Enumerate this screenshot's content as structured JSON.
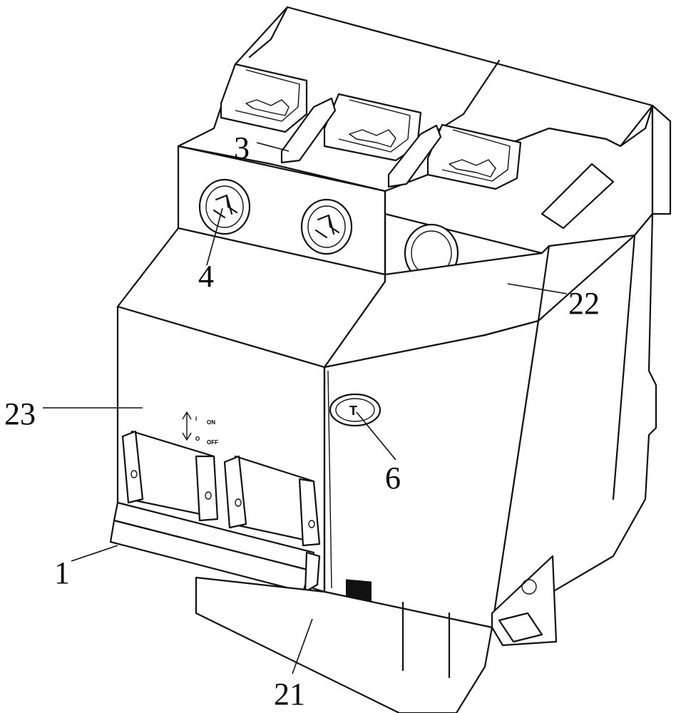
{
  "labels": {
    "label_3": "3",
    "label_4": "4",
    "label_22": "22",
    "label_23": "23",
    "label_6": "6",
    "label_1": "1",
    "label_21": "21"
  },
  "markings": {
    "on_symbol": "I",
    "on_text": "ON",
    "off_symbol": "O",
    "off_text": "OFF",
    "test_button": "T"
  }
}
